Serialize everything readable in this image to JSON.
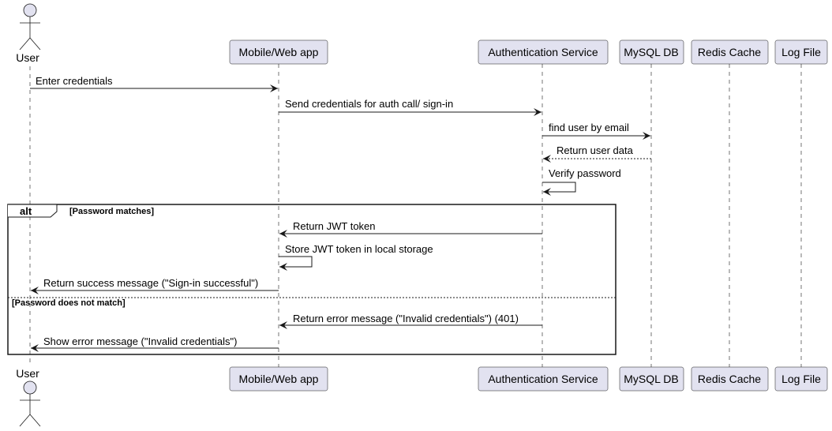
{
  "participants": {
    "user": "User",
    "app": "Mobile/Web app",
    "auth": "Authentication Service",
    "mysql": "MySQL DB",
    "redis": "Redis Cache",
    "log": "Log File"
  },
  "messages": {
    "m1": "Enter credentials",
    "m2": "Send credentials for auth call/ sign-in",
    "m3": "find user by email",
    "m4": "Return user data",
    "m5": "Verify password",
    "m6": "Return JWT token",
    "m7": "Store JWT token in local storage",
    "m8": "Return success message (\"Sign-in successful\")",
    "m9": "Return error message (\"Invalid credentials\") (401)",
    "m10": "Show error message (\"Invalid credentials\")"
  },
  "fragment": {
    "keyword": "alt",
    "guard1": "[Password matches]",
    "guard2": "[Password does not match]"
  },
  "colors": {
    "participant_fill": "#E2E2F0",
    "participant_border": "#181818",
    "lifeline": "#181818"
  }
}
